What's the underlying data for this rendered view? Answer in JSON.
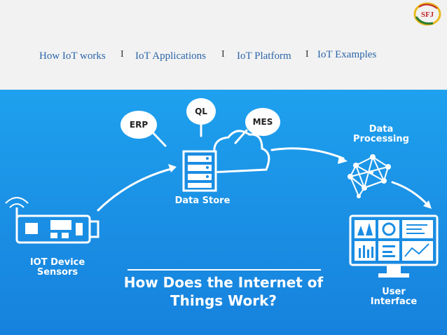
{
  "nav": {
    "links": [
      "How IoT works",
      "IoT Applications",
      "IoT Platform",
      "IoT Examples"
    ],
    "separator": "I"
  },
  "logo": {
    "text": "SFJ",
    "colors": [
      "#e8b91e",
      "#2e7d32",
      "#c62828"
    ]
  },
  "diagram": {
    "bubbles": [
      "ERP",
      "QL",
      "MES"
    ],
    "data_store": "Data Store",
    "data_processing": "Data\nProcessing",
    "iot_device": "IOT Device\nSensors",
    "user_interface": "User\nInterface",
    "title": "How Does the Internet of\nThings Work?"
  },
  "colors": {
    "background": "#1a8de3",
    "nav_link": "#2a65a8",
    "header_bg": "#f2f2f2"
  }
}
